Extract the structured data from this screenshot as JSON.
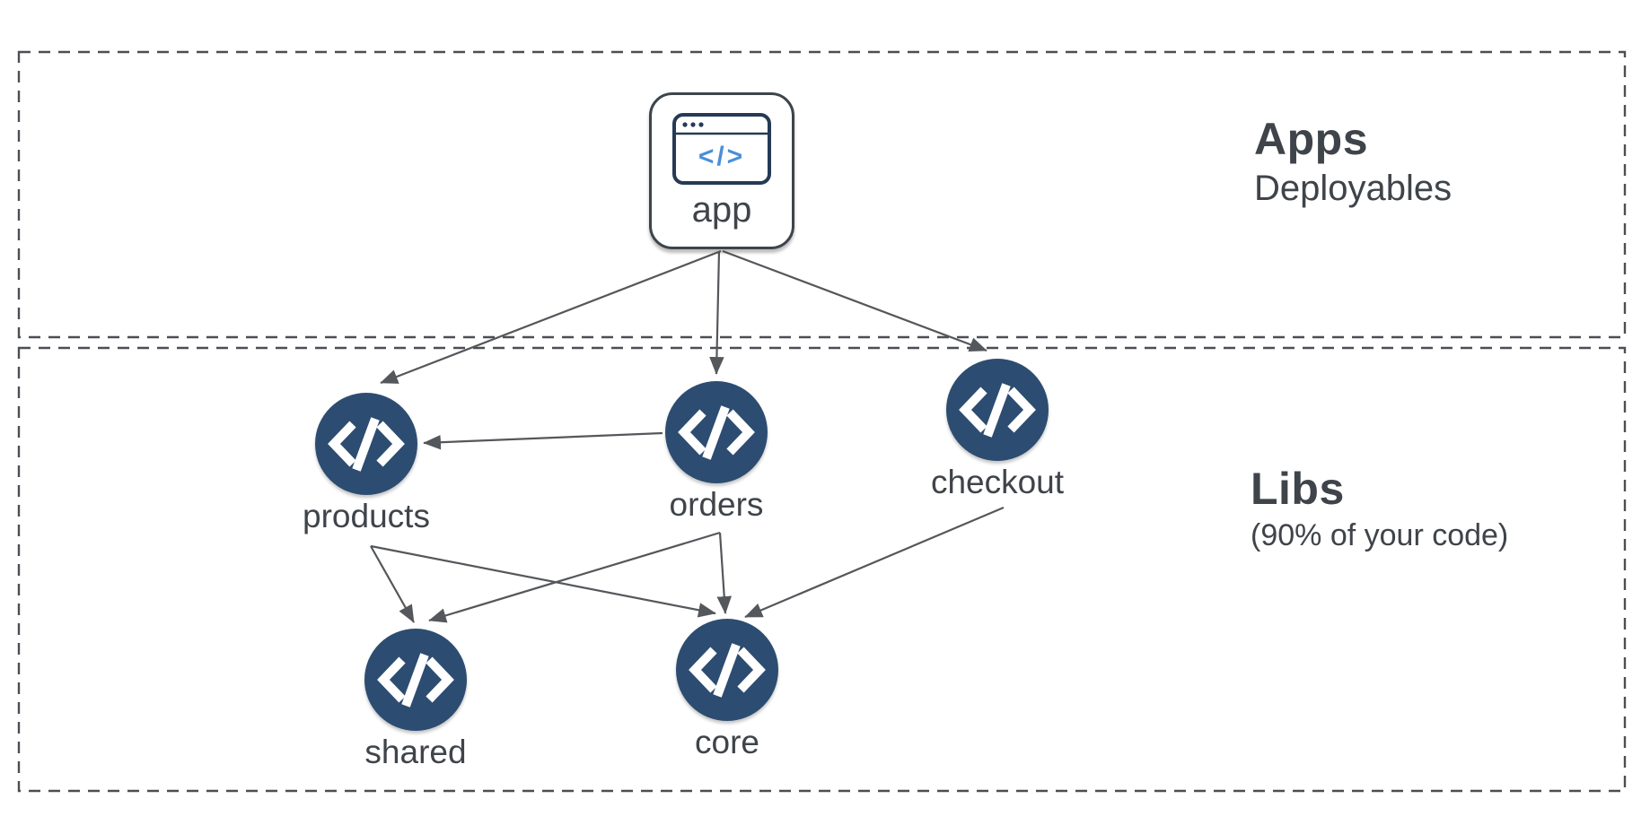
{
  "regions": [
    {
      "id": "apps",
      "title": "Apps",
      "subtitle": "Deployables"
    },
    {
      "id": "libs",
      "title": "Libs",
      "subtitle": "(90% of your code)"
    }
  ],
  "app_node": {
    "label": "app",
    "icon_glyph": "</>"
  },
  "lib_nodes": [
    {
      "id": "products",
      "label": "products"
    },
    {
      "id": "orders",
      "label": "orders"
    },
    {
      "id": "checkout",
      "label": "checkout"
    },
    {
      "id": "shared",
      "label": "shared"
    },
    {
      "id": "core",
      "label": "core"
    }
  ],
  "edges": [
    {
      "from": "app",
      "to": "products"
    },
    {
      "from": "app",
      "to": "orders"
    },
    {
      "from": "app",
      "to": "checkout"
    },
    {
      "from": "orders",
      "to": "products"
    },
    {
      "from": "products",
      "to": "shared"
    },
    {
      "from": "products",
      "to": "core"
    },
    {
      "from": "orders",
      "to": "shared"
    },
    {
      "from": "orders",
      "to": "core"
    },
    {
      "from": "checkout",
      "to": "core"
    }
  ],
  "colors": {
    "background": "#ffffff",
    "node_fill": "#2d4c71",
    "node_glyph": "#ffffff",
    "edge": "#54575b",
    "dashed_border": "#4b4e53",
    "text": "#3f444a",
    "icon_frame": "#263a55",
    "icon_accent": "#4b8fd7"
  }
}
